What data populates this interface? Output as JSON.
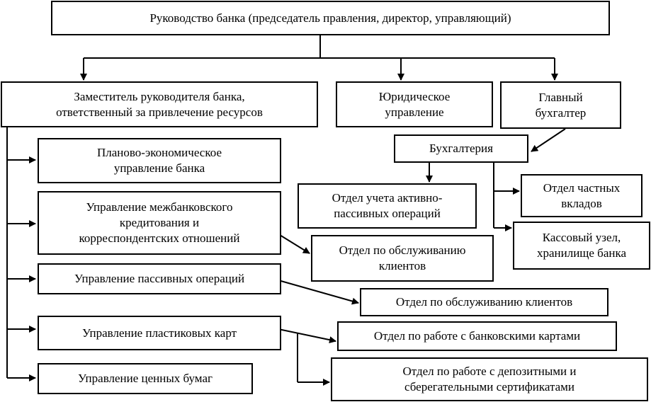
{
  "nodes": {
    "head": "Руководство банка (председатель правления, директор, управляющий)",
    "deputy": "Заместитель руководителя банка,\nответственный за привлечение ресурсов",
    "legal": "Юридическое\nуправление",
    "chief_accountant": "Главный\nбухгалтер",
    "accounting": "Бухгалтерия",
    "planning": "Планово-экономическое\nуправление банка",
    "interbank": "Управление межбанковского\nкредитования и\nкорреспондентских  отношений",
    "passive_ops": "Управление пассивных операций",
    "plastic_cards": "Управление пластиковых карт",
    "securities": "Управление ценных бумаг",
    "active_passive": "Отдел учета активно-\nпассивных операций",
    "private_deposits": "Отдел частных\nвкладов",
    "cash_desk": "Кассовый узел,\nхранилище банка",
    "client_service_1": "Отдел по обслуживанию\nклиентов",
    "client_service_2": "Отдел по обслуживанию клиентов",
    "bank_cards": "Отдел по работе с банковскими картами",
    "deposit_certs": "Отдел по работе с депозитными и\nсберегательными сертификатами"
  }
}
